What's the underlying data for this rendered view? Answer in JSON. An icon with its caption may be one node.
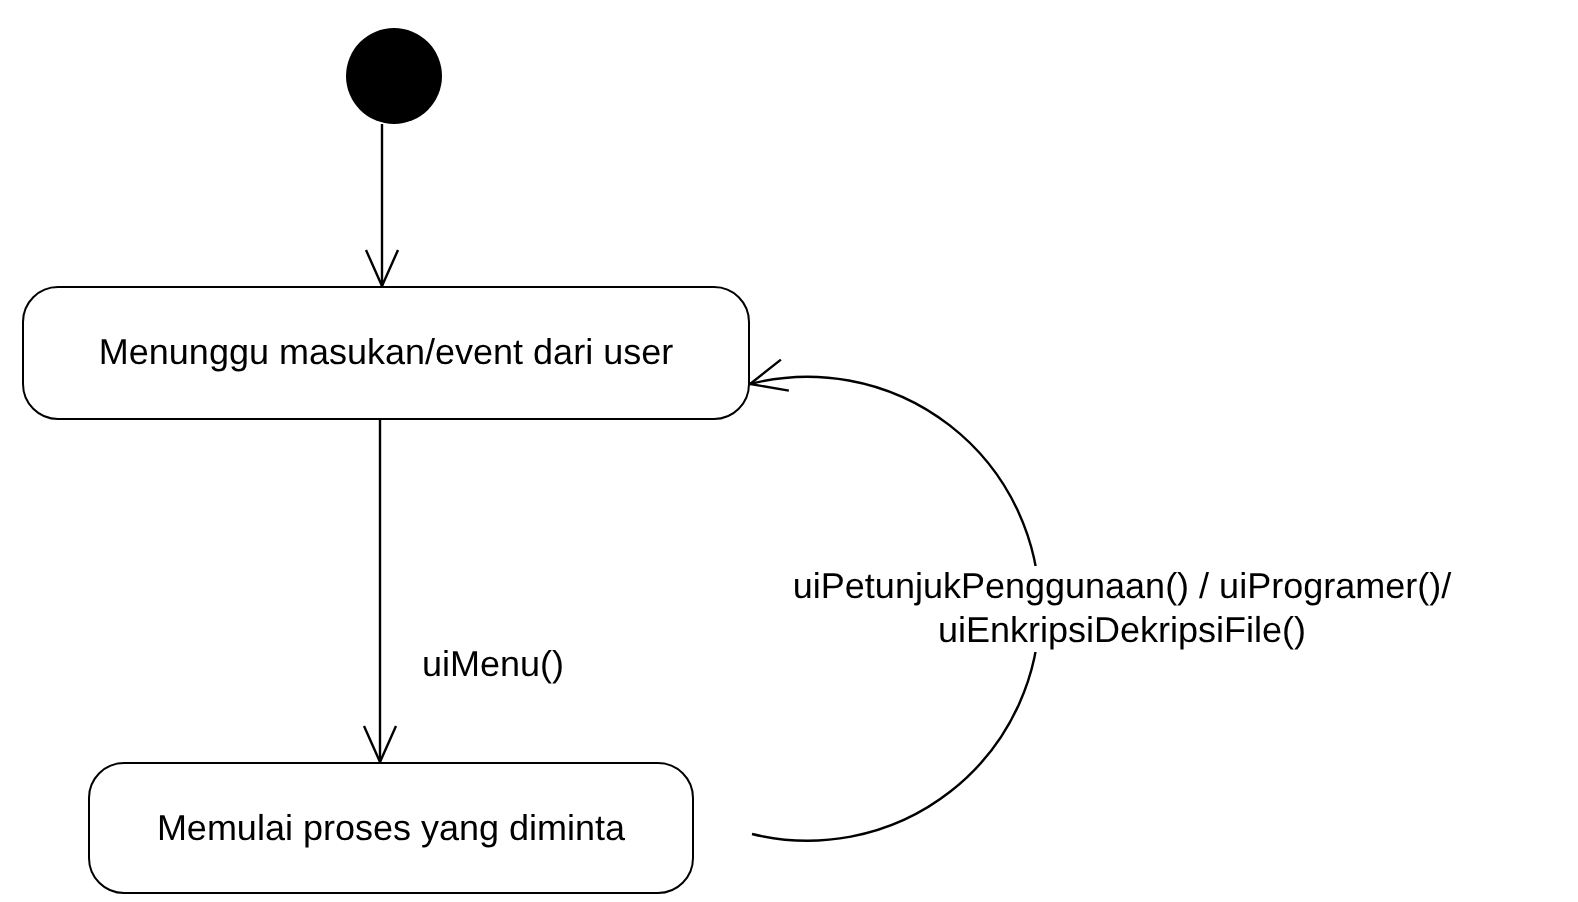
{
  "diagram": {
    "nodes": [
      {
        "text": [],
        "shape": "circle"
      },
      {
        "text": [
          "Menunggu masukan/event dari user"
        ]
      },
      {
        "text": [
          "Memulai proses yang diminta"
        ]
      }
    ],
    "edges": [
      {
        "from": 0,
        "to": 1,
        "arrow": "to"
      },
      {
        "from": 1,
        "to": 2,
        "arrow": "to",
        "label": "uiMenu()"
      },
      {
        "from": 2,
        "to": 1,
        "arrow": "to",
        "label": "uiPetunjukPenggunaan() / uiProgramer()/ uiEnkripsiDekripsiFile()"
      }
    ]
  }
}
